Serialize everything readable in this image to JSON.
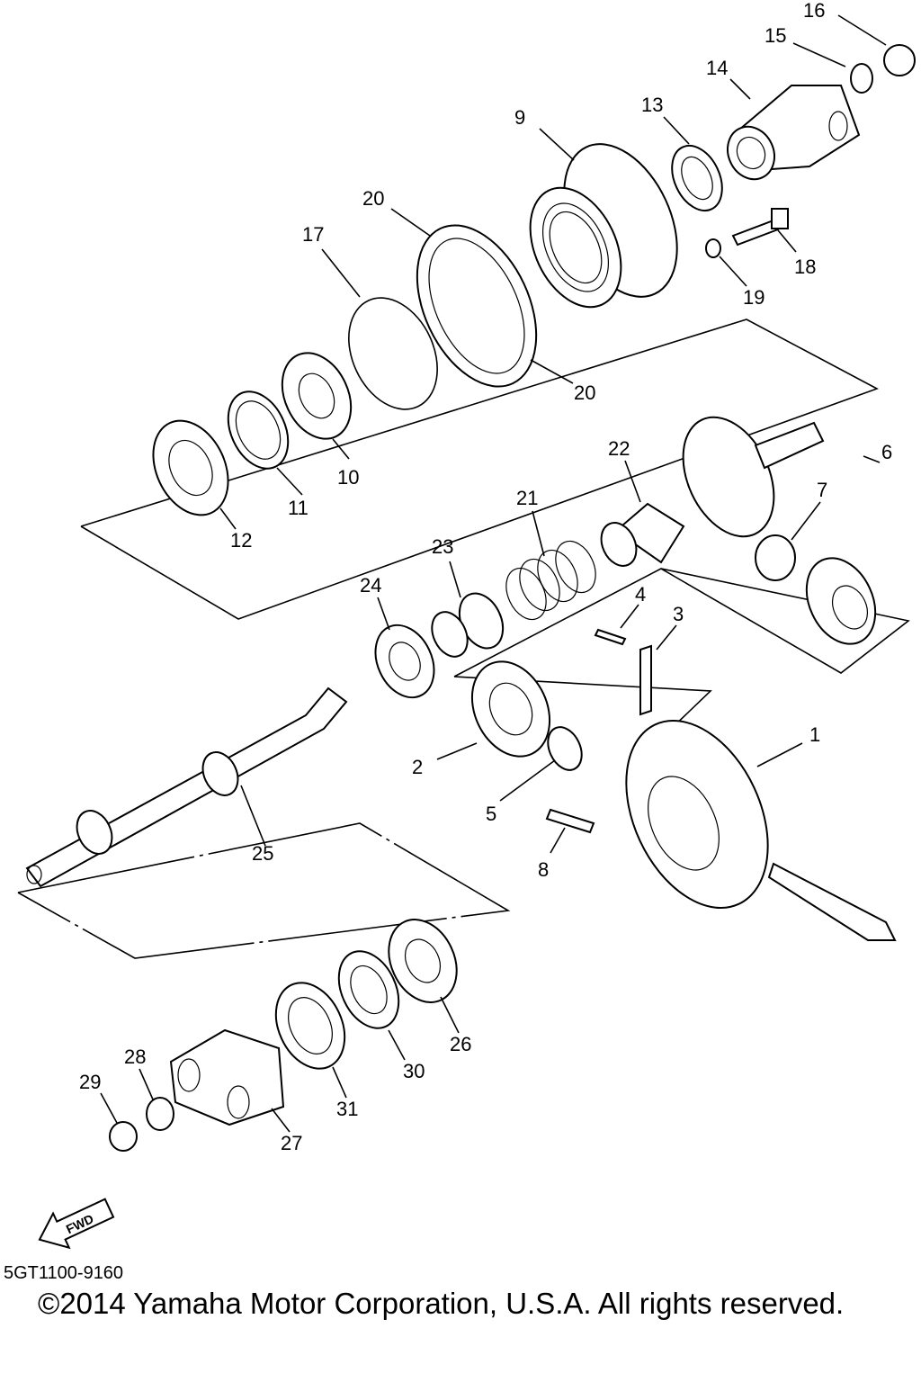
{
  "diagram": {
    "labels": [
      "1",
      "2",
      "3",
      "4",
      "5",
      "6",
      "7",
      "8",
      "9",
      "10",
      "11",
      "12",
      "13",
      "14",
      "15",
      "16",
      "17",
      "18",
      "19",
      "20",
      "20",
      "21",
      "22",
      "23",
      "24",
      "25",
      "26",
      "27",
      "28",
      "29",
      "30",
      "31"
    ],
    "fwd_label": "FWD"
  },
  "footer": {
    "code": "5GT1100-9160",
    "copyright": "©2014 Yamaha Motor Corporation, U.S.A. All rights reserved."
  }
}
